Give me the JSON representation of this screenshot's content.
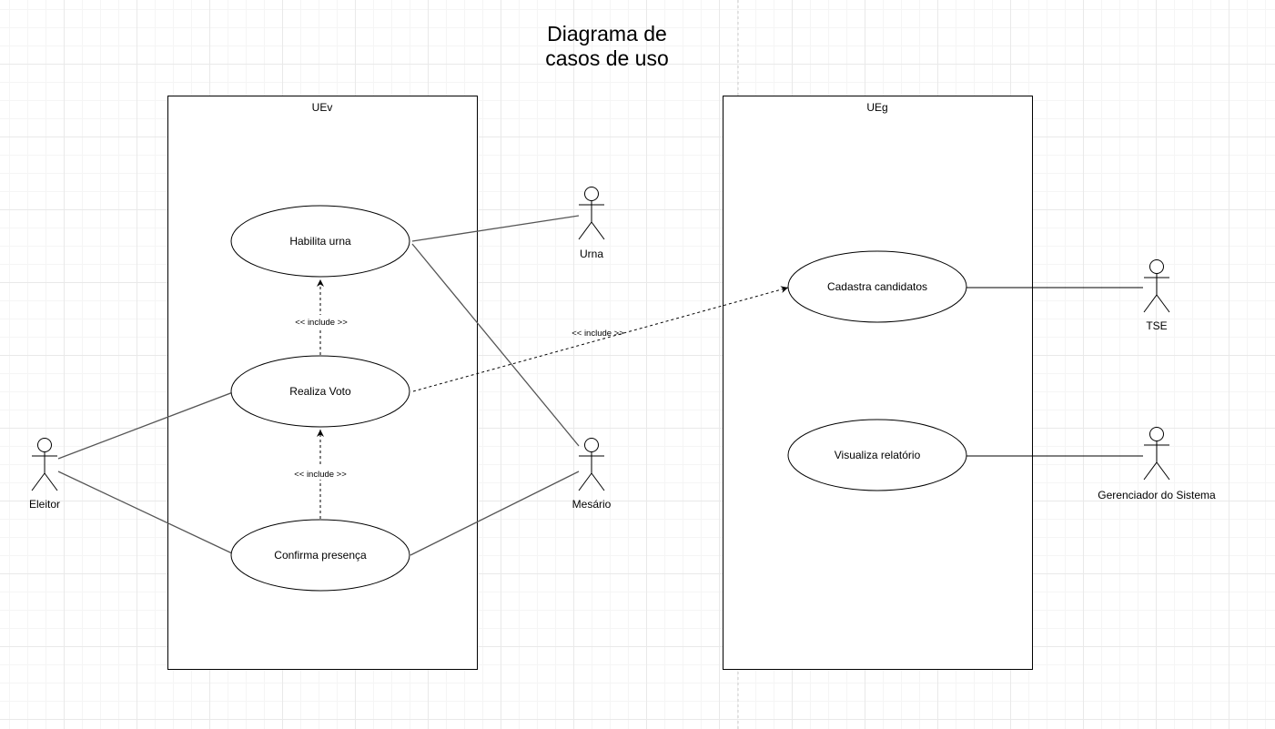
{
  "title": {
    "line1": "Diagrama de",
    "line2": "casos de uso"
  },
  "systems": {
    "uev": "UEv",
    "ueg": "UEg"
  },
  "use_cases": {
    "habilita": "Habilita urna",
    "realiza": "Realiza Voto",
    "confirma": "Confirma presença",
    "cadastra": "Cadastra candidatos",
    "visualiza": "Visualiza relatório"
  },
  "actors": {
    "eleitor": "Eleitor",
    "urna": "Urna",
    "mesario": "Mesário",
    "tse": "TSE",
    "gerenciador": "Gerenciador do Sistema"
  },
  "relations": {
    "include_realiza_habilita": "<< include >>",
    "include_confirma_realiza": "<< include >>",
    "include_realiza_cadastra": "<< include >>"
  },
  "colors": {
    "stroke": "#000000",
    "association": "#555555",
    "page_divider": "#cccccc"
  },
  "icons": {
    "actor": "stick-figure-icon",
    "include_arrow": "open-arrowhead"
  }
}
